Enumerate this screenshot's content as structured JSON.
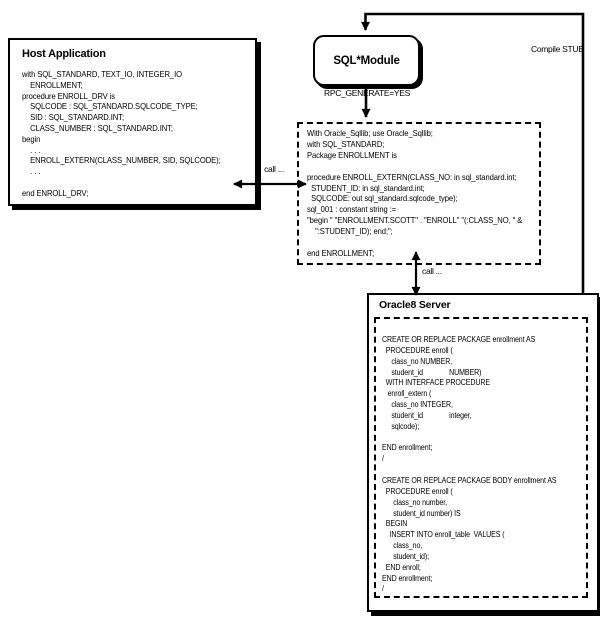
{
  "colors": {
    "ink": "#000000",
    "paper": "#ffffff"
  },
  "host_app": {
    "title": "Host Application",
    "code": "with SQL_STANDARD, TEXT_IO, INTEGER_IO\n    ENROLLMENT;\nprocedure ENROLL_DRV is\n    SQLCODE : SQL_STANDARD.SQLCODE_TYPE;\n    SID : SQL_STANDARD.INT;\n    CLASS_NUMBER : SQL_STANDARD.INT;\nbegin\n    . . .\n    ENROLL_EXTERN(CLASS_NUMBER, SID, SQLCODE);\n    . . .\n\nend ENROLL_DRV;"
  },
  "sql_module": {
    "title": "SQL*Module"
  },
  "module_spec": {
    "code": "With Oracle_Sqllib; use Oracle_Sqllib;\nwith SQL_STANDARD;\nPackage ENROLLMENT is\n\nprocedure ENROLL_EXTERN(CLASS_NO: in sql_standard.int;\n  STUDENT_ID: in sql_standard.int;\n  SQLCODE: out sql_standard.sqlcode_type);\nsql_001 : constant string :=\n\"begin \" \"ENROLLMENT.SCOTT\" . \"ENROLL\" \"(:CLASS_NO, \" &\n    \":STUDENT_ID); end;\";\n\nend ENROLLMENT;"
  },
  "server": {
    "title": "Oracle8 Server",
    "code": "CREATE OR REPLACE PACKAGE enrollment AS\n  PROCEDURE enroll (\n     class_no NUMBER,\n     student_id              NUMBER)\n  WITH INTERFACE PROCEDURE\n   enroll_extern (\n     class_no INTEGER,\n     student_id              integer,\n     sqlcode);\n\nEND enrollment;\n/\n\nCREATE OR REPLACE PACKAGE BODY enrollment AS\n  PROCEDURE enroll (\n      class_no number,\n      student_id number) IS\n  BEGIN\n    INSERT INTO enroll_table  VALUES (\n      class_no,\n      student_id);\n  END enroll;\nEND enrollment;\n/"
  },
  "labels": {
    "compile_stub": "Compile STUB",
    "rpc_generate": "RPC_GENERATE=YES",
    "call_host": "call ...",
    "call_server": "call ..."
  }
}
